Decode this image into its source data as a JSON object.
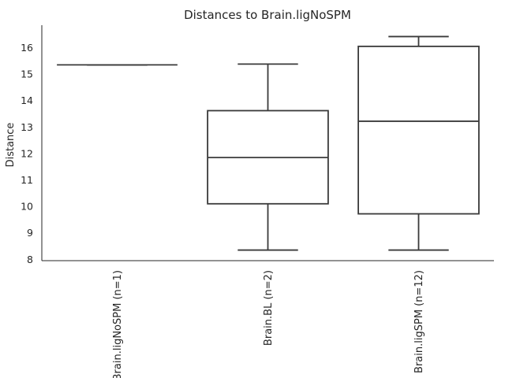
{
  "chart_data": {
    "type": "box",
    "title": "Distances to Brain.ligNoSPM",
    "xlabel": "",
    "ylabel": "Distance",
    "ylim": [
      7.95,
      16.85
    ],
    "yticks": [
      8,
      9,
      10,
      11,
      12,
      13,
      14,
      15,
      16
    ],
    "grid": false,
    "categories": [
      "Brain.ligNoSPM (n=1)",
      "Brain.BL (n=2)",
      "Brain.ligSPM (n=12)"
    ],
    "boxes": [
      {
        "whisker_low": 15.35,
        "q1": 15.35,
        "median": 15.35,
        "q3": 15.35,
        "whisker_high": 15.35
      },
      {
        "whisker_low": 8.35,
        "q1": 10.1,
        "median": 11.85,
        "q3": 13.62,
        "whisker_high": 15.38
      },
      {
        "whisker_low": 8.35,
        "q1": 9.72,
        "median": 13.22,
        "q3": 16.05,
        "whisker_high": 16.42
      }
    ],
    "colors": {
      "line": "#3a3a3a",
      "text": "#262626",
      "background": "#ffffff"
    }
  }
}
